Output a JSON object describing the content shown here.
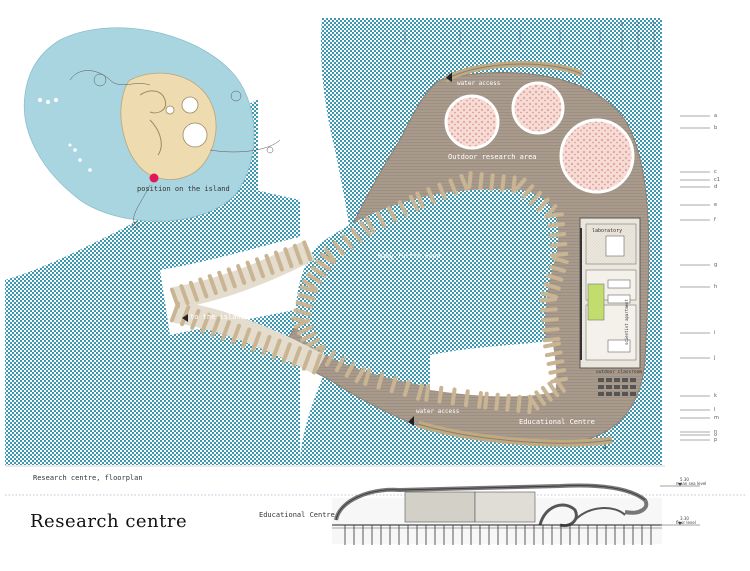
{
  "title": "Research centre",
  "caption": "Research centre, floorplan",
  "inset": {
    "label": "position on the island"
  },
  "plan_labels": {
    "water_access_top": "water access",
    "water_access_bottom": "water access",
    "outdoor_research_area": "Outdoor research area",
    "baby_turtle_pond": "Baby Turtle Pond",
    "coral_plantation": "Coral Plantation",
    "to_the_island": "to the island",
    "educational_centre": "Educational Centre",
    "laboratory": "laboratory",
    "outdoor_classroom": "outdoor classroom",
    "scientist_apartment": "scientist apartment",
    "section_marker": "a"
  },
  "section": {
    "label": "Educational Centre",
    "level_top": "5.30",
    "level_top_note": "mean sea level",
    "level_bottom": "3.30",
    "level_bottom_note": "floor level"
  },
  "grid_top_numbers": [
    "3",
    "2",
    "1"
  ],
  "grid_right_letters": [
    "a",
    "b",
    "c",
    "c1",
    "d",
    "e",
    "f",
    "g",
    "h",
    "i",
    "j",
    "k",
    "l",
    "m",
    "n",
    "o",
    "p"
  ],
  "colors": {
    "water_blue": "#2e8ea8",
    "deck": "#a89a8c",
    "slat": "#c9b593",
    "inset_water": "#a9d5e0",
    "inset_island": "#eedcb0",
    "marker": "#e0185a",
    "pink": "#f2c4bc",
    "green": "#c2dd6e"
  }
}
